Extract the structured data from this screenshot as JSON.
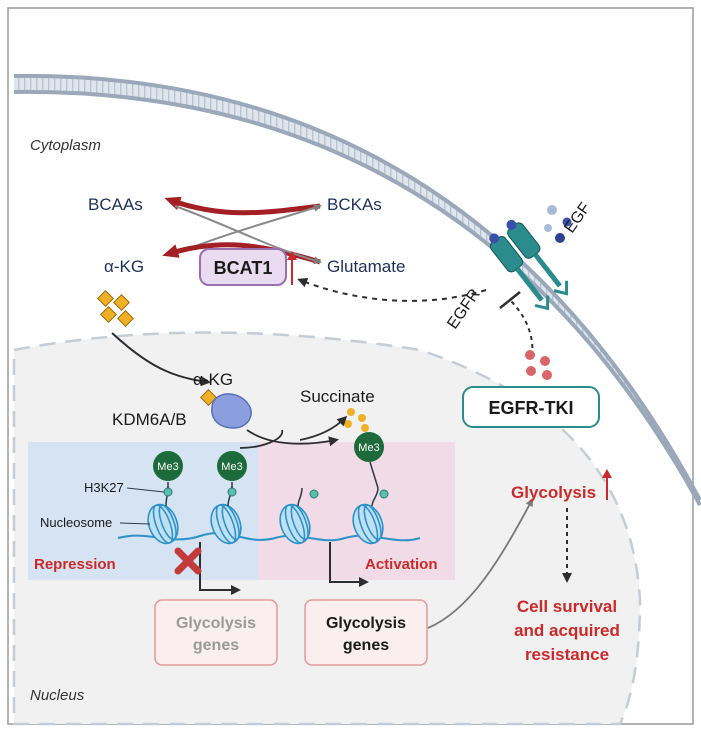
{
  "compartments": {
    "cytoplasm": "Cytoplasm",
    "nucleus": "Nucleus"
  },
  "metabolites": {
    "bcaas": "BCAAs",
    "bckas": "BCKAs",
    "akg_cyto": "α-KG",
    "glutamate": "Glutamate",
    "akg_nuc": "α-KG",
    "succinate": "Succinate"
  },
  "enzymes": {
    "bcat1": "BCAT1",
    "kdm6": "KDM6A/B"
  },
  "receptor": {
    "egf": "EGF",
    "egfr": "EGFR",
    "tki": "EGFR-TKI"
  },
  "chromatin": {
    "me3": "Me3",
    "h3k27": "H3K27",
    "nucleosome": "Nucleosome",
    "repression": "Repression",
    "activation": "Activation"
  },
  "genes": {
    "repressed": [
      "Glycolysis",
      "genes"
    ],
    "activated": [
      "Glycolysis",
      "genes"
    ]
  },
  "outcome": {
    "glycolysis": "Glycolysis",
    "result": [
      "Cell survival",
      "and acquired",
      "resistance"
    ]
  },
  "colors": {
    "navy": "#1f2f5c",
    "red_arrow": "#a31f24",
    "red_text": "#cc2a2a",
    "teal": "#2a8c8c",
    "bcat_fill": "#eadcf0",
    "bcat_stroke": "#9a6fb0",
    "repression_bg": "#d5e3f2",
    "activation_bg": "#f0dbe6",
    "me3_fill": "#1d6b3a",
    "gold": "#e8a51c"
  }
}
